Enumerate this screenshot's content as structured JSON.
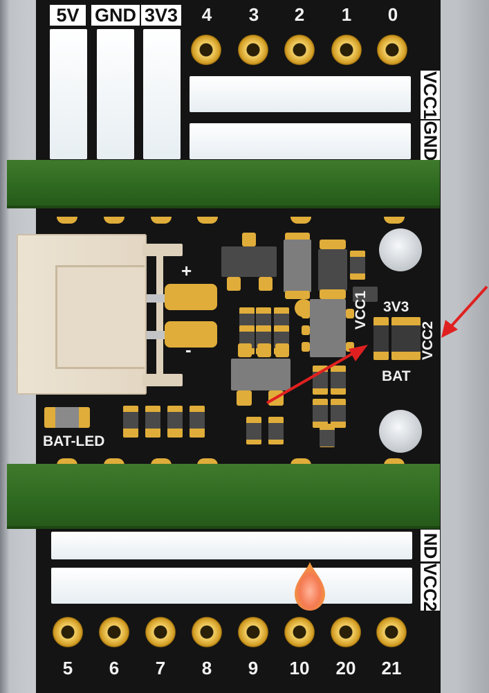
{
  "top_rail_labels": [
    "5V",
    "GND",
    "3V3"
  ],
  "top_pins": [
    "4",
    "3",
    "2",
    "1",
    "0"
  ],
  "top_side_labels": [
    "VCC1",
    "GND"
  ],
  "bottom_side_labels": [
    "ND",
    "VCC2"
  ],
  "bottom_pins": [
    "5",
    "6",
    "7",
    "8",
    "9",
    "10",
    "20",
    "21"
  ],
  "silkscreen": {
    "plus": "+",
    "minus": "-",
    "v3v3": "3V3",
    "vcc1": "VCC1",
    "vcc2": "VCC2",
    "bat": "BAT",
    "bat_led": "BAT-LED"
  },
  "colors": {
    "board": "#141414",
    "header_green": "#2f6a21",
    "pad_gold": "#e0ad3a",
    "arrow_red": "#e02020"
  }
}
